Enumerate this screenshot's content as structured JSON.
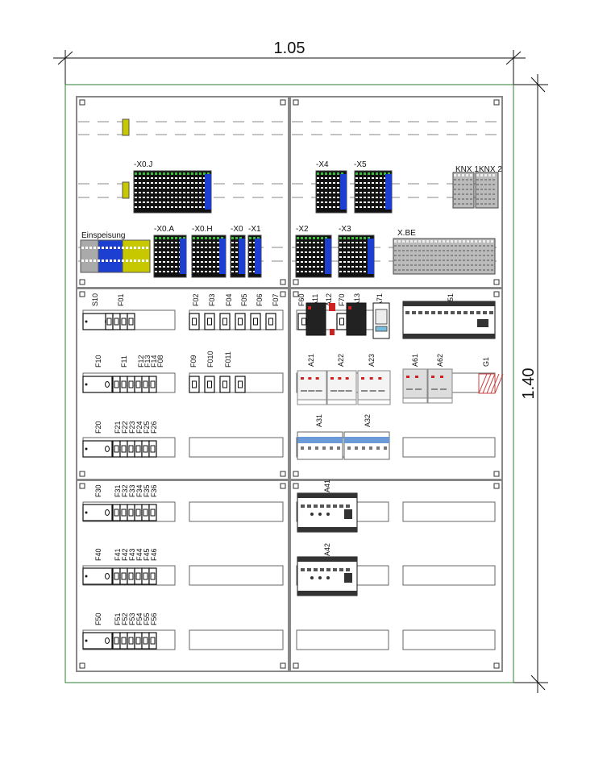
{
  "dimensions": {
    "width_label": "1.05",
    "height_label": "1.40"
  },
  "terminals": {
    "x0j": "-X0.J",
    "x4": "-X4",
    "x5": "-X5",
    "knx1": "KNX 1",
    "knx2": "KNX 2",
    "einspeisung": "Einspeisung",
    "x0a": "-X0.A",
    "x0h": "-X0.H",
    "x0": "-X0",
    "x1": "-X1",
    "x2": "-X2",
    "x3": "-X3",
    "xbe": "X.BE"
  },
  "rows": {
    "r1_left": [
      "S10",
      "F01",
      "F02",
      "F03",
      "F04",
      "F05",
      "F06",
      "F07"
    ],
    "r2_left": [
      "F10",
      "F11",
      "F12",
      "F13",
      "F14",
      "F08",
      "F09",
      "F010",
      "F011"
    ],
    "r3_left": [
      "F20",
      "F21",
      "F22",
      "F23",
      "F24",
      "F25",
      "F26"
    ],
    "r4_left": [
      "F30",
      "F31",
      "F32",
      "F33",
      "F34",
      "F35",
      "F36"
    ],
    "r5_left": [
      "F40",
      "F41",
      "F42",
      "F43",
      "F44",
      "F45",
      "F46"
    ],
    "r6_left": [
      "F50",
      "F51",
      "F52",
      "F53",
      "F54",
      "F55",
      "F56"
    ],
    "r1_right": [
      "F60",
      "A11",
      "A12",
      "F70",
      "A13",
      "A71",
      "A51"
    ],
    "r2_right": [
      "A21",
      "A22",
      "A23",
      "A61",
      "A62",
      "G1"
    ],
    "r3_right": [
      "A31",
      "A32"
    ],
    "r4_right": [
      "A41"
    ],
    "r5_right": [
      "A42"
    ]
  },
  "colors": {
    "frame": "#2e7d32",
    "panel": "#808080",
    "blue": "#1d3fd1",
    "yellow": "#c8c800",
    "green": "#3bbf3b"
  }
}
